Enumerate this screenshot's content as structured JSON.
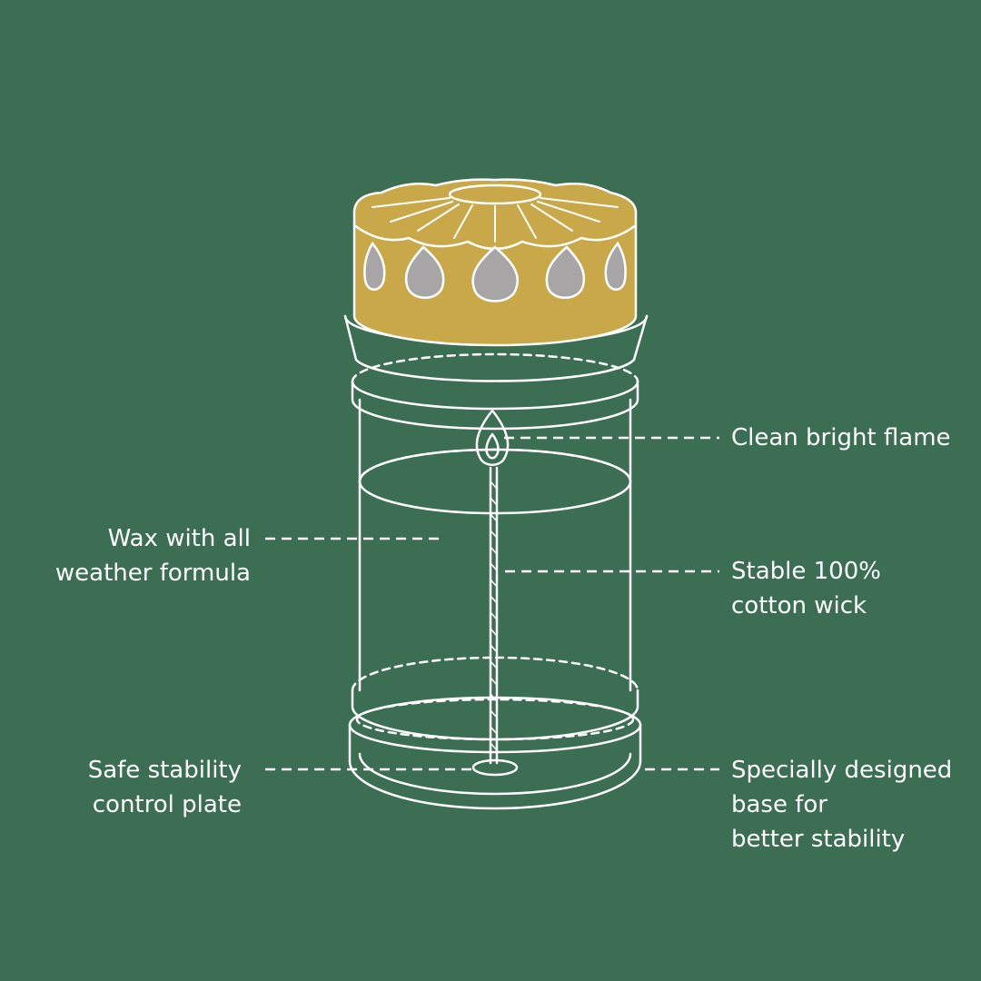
{
  "colors": {
    "background": "#3b6e53",
    "lid": "#c9a84a",
    "lid_window": "#a8a5a7",
    "line": "#ffffff"
  },
  "callouts": {
    "flame": {
      "lines": [
        "Clean bright flame"
      ]
    },
    "wax": {
      "lines": [
        "Wax with all",
        "weather formula"
      ]
    },
    "wick": {
      "lines": [
        "Stable 100%",
        "cotton wick"
      ]
    },
    "plate": {
      "lines": [
        "Safe stability",
        "control plate"
      ]
    },
    "base": {
      "lines": [
        "Specially designed",
        "base for",
        "better stability"
      ]
    }
  }
}
